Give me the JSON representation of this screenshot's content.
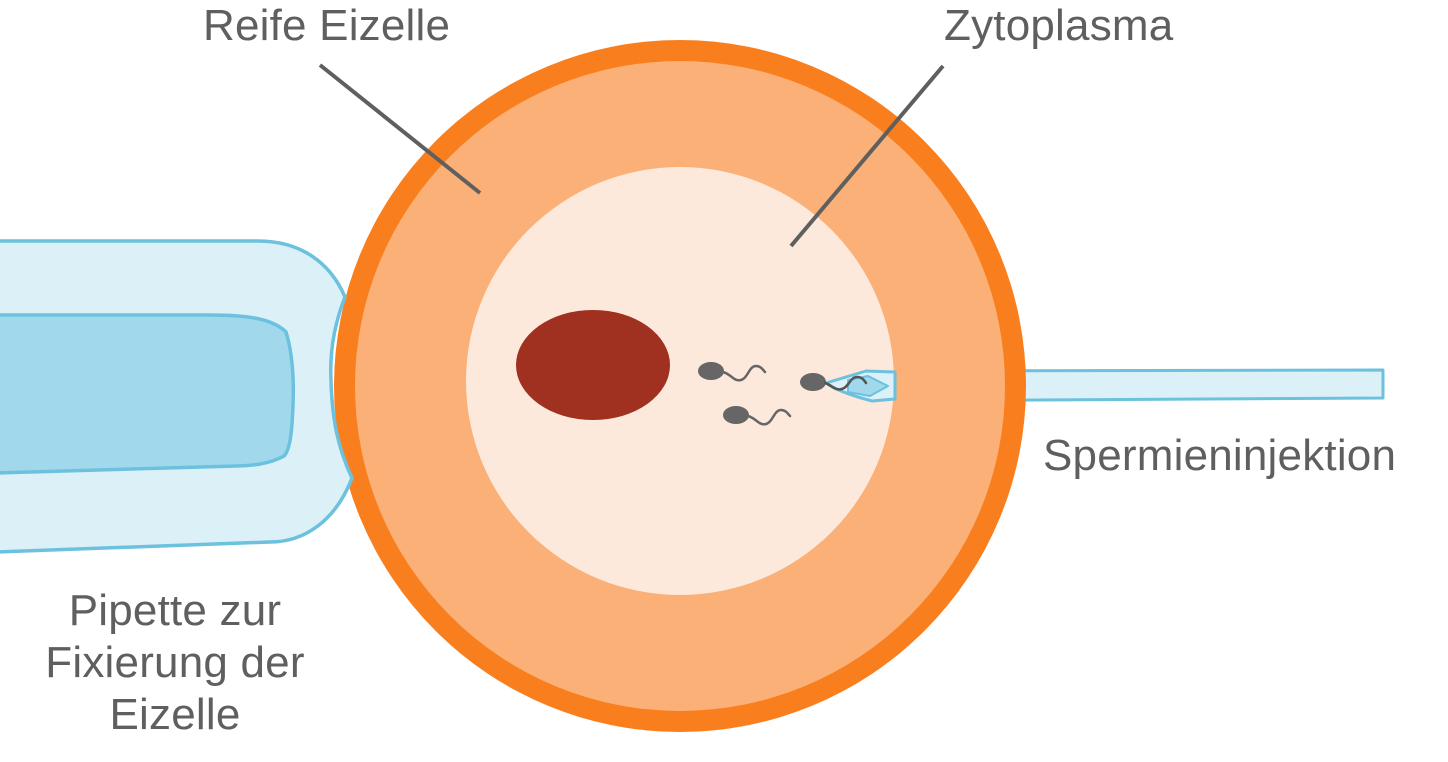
{
  "labels": {
    "mature_egg": "Reife Eizelle",
    "cytoplasm": "Zytoplasma",
    "sperm_injection": "Spermieninjektion",
    "holding_pipette": [
      "Pipette zur",
      "Fixierung der",
      "Eizelle"
    ]
  },
  "colors": {
    "zona_border": "#f97f1e",
    "egg_outer": "#fab076",
    "cytoplasm": "#fde9dc",
    "nucleus": "#a0301f",
    "pipette_fill": "#dcf0f8",
    "pipette_inner": "#a2d8ec",
    "pipette_stroke": "#6cc1de",
    "leader_line": "#5f5f5f",
    "sperm": "#666666",
    "text": "#5f5f5f"
  }
}
